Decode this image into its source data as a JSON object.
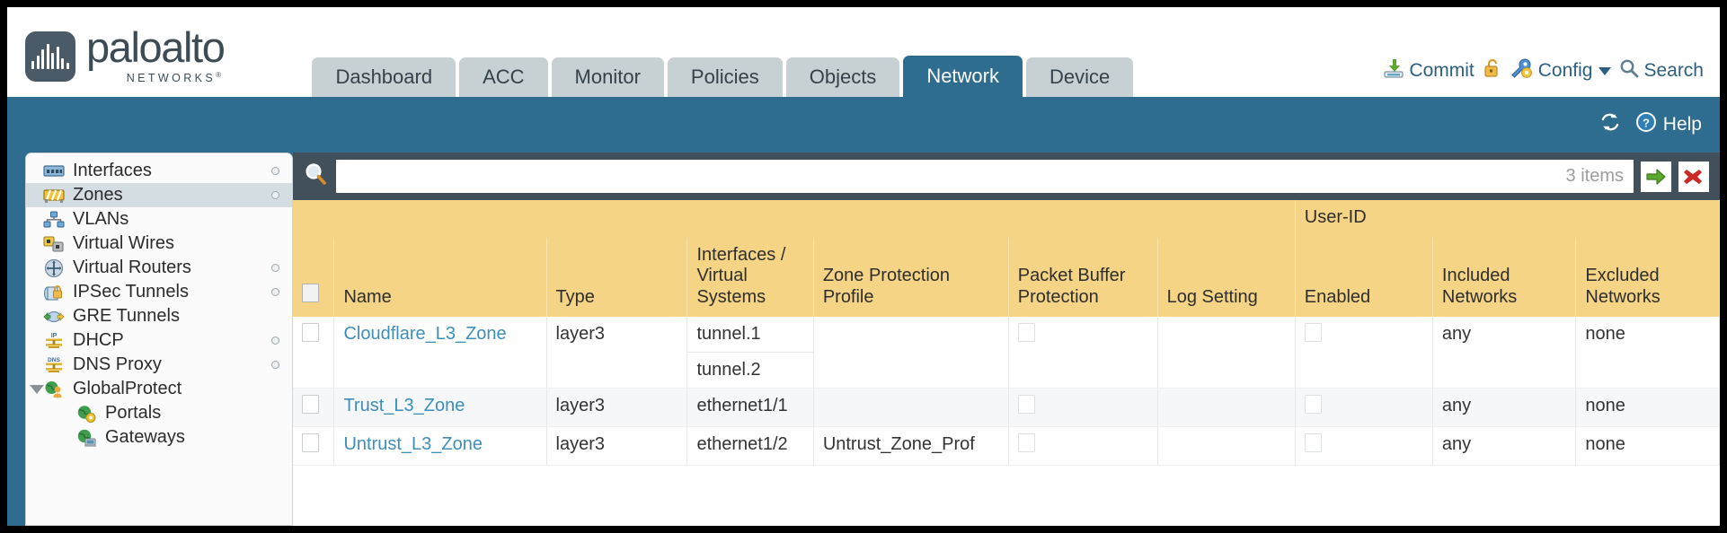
{
  "brand": {
    "name": "paloalto",
    "sub": "NETWORKS",
    "registered": "®",
    "logo_bg": "#4a5a66"
  },
  "nav_tabs": [
    {
      "label": "Dashboard",
      "active": false
    },
    {
      "label": "ACC",
      "active": false
    },
    {
      "label": "Monitor",
      "active": false
    },
    {
      "label": "Policies",
      "active": false
    },
    {
      "label": "Objects",
      "active": false
    },
    {
      "label": "Network",
      "active": true
    },
    {
      "label": "Device",
      "active": false
    }
  ],
  "top_tools": {
    "commit": "Commit",
    "config": "Config",
    "search": "Search"
  },
  "blue_bar": {
    "help": "Help"
  },
  "sidebar": {
    "items": [
      {
        "label": "Interfaces",
        "icon": "interfaces-icon",
        "selected": false,
        "dot": true,
        "child": false,
        "twisty": false
      },
      {
        "label": "Zones",
        "icon": "zones-icon",
        "selected": true,
        "dot": true,
        "child": false,
        "twisty": false
      },
      {
        "label": "VLANs",
        "icon": "vlans-icon",
        "selected": false,
        "dot": false,
        "child": false,
        "twisty": false
      },
      {
        "label": "Virtual Wires",
        "icon": "virtual-wires-icon",
        "selected": false,
        "dot": false,
        "child": false,
        "twisty": false
      },
      {
        "label": "Virtual Routers",
        "icon": "virtual-routers-icon",
        "selected": false,
        "dot": true,
        "child": false,
        "twisty": false
      },
      {
        "label": "IPSec Tunnels",
        "icon": "ipsec-tunnels-icon",
        "selected": false,
        "dot": true,
        "child": false,
        "twisty": false
      },
      {
        "label": "GRE Tunnels",
        "icon": "gre-tunnels-icon",
        "selected": false,
        "dot": false,
        "child": false,
        "twisty": false
      },
      {
        "label": "DHCP",
        "icon": "dhcp-icon",
        "selected": false,
        "dot": true,
        "child": false,
        "twisty": false
      },
      {
        "label": "DNS Proxy",
        "icon": "dns-proxy-icon",
        "selected": false,
        "dot": true,
        "child": false,
        "twisty": false
      },
      {
        "label": "GlobalProtect",
        "icon": "globalprotect-icon",
        "selected": false,
        "dot": false,
        "child": false,
        "twisty": true
      },
      {
        "label": "Portals",
        "icon": "portals-icon",
        "selected": false,
        "dot": false,
        "child": true,
        "twisty": false
      },
      {
        "label": "Gateways",
        "icon": "gateways-icon",
        "selected": false,
        "dot": false,
        "child": true,
        "twisty": false
      }
    ]
  },
  "filter": {
    "value": "",
    "placeholder": "",
    "item_count": "3 items",
    "apply_title": "apply-filter",
    "clear_title": "clear-filter"
  },
  "table": {
    "group_header": "User-ID",
    "columns": [
      "Name",
      "Type",
      "Interfaces / Virtual Systems",
      "Zone Protection Profile",
      "Packet Buffer Protection",
      "Log Setting",
      "Enabled",
      "Included Networks",
      "Excluded Networks"
    ],
    "rows": [
      {
        "name": "Cloudflare_L3_Zone",
        "type": "layer3",
        "interfaces": [
          "tunnel.1",
          "tunnel.2"
        ],
        "zone_protection_profile": "",
        "packet_buffer_protection": false,
        "log_setting": "",
        "userid_enabled": false,
        "included_networks": "any",
        "excluded_networks": "none",
        "alt": false
      },
      {
        "name": "Trust_L3_Zone",
        "type": "layer3",
        "interfaces": [
          "ethernet1/1"
        ],
        "zone_protection_profile": "",
        "packet_buffer_protection": false,
        "log_setting": "",
        "userid_enabled": false,
        "included_networks": "any",
        "excluded_networks": "none",
        "alt": true
      },
      {
        "name": "Untrust_L3_Zone",
        "type": "layer3",
        "interfaces": [
          "ethernet1/2"
        ],
        "zone_protection_profile": "Untrust_Zone_Prof",
        "packet_buffer_protection": false,
        "log_setting": "",
        "userid_enabled": false,
        "included_networks": "any",
        "excluded_networks": "none",
        "alt": false
      }
    ]
  },
  "colors": {
    "brand_blue": "#2e6c90",
    "header_amber": "#f5d485",
    "group_amber": "#dfae4c",
    "link_blue": "#3d8eb9",
    "panel_dark": "#41505a"
  }
}
